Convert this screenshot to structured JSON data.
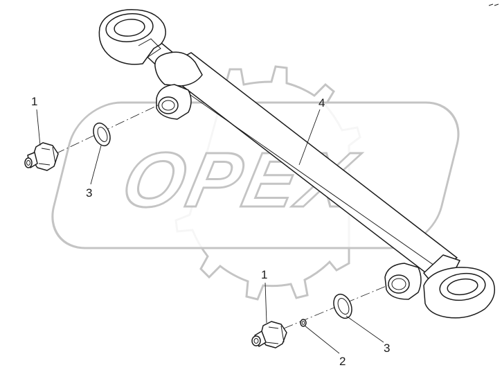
{
  "watermark": {
    "logo_text": "OPEX",
    "color": "#c4c4c4"
  },
  "callouts": {
    "fitting_top": "1",
    "fitting_bottom": "1",
    "o_ring": "2",
    "washer_left": "3",
    "washer_right": "3",
    "cylinder": "4"
  },
  "colors": {
    "line": "#1a1a1a",
    "background": "#ffffff",
    "watermark": "#c4c4c4"
  }
}
